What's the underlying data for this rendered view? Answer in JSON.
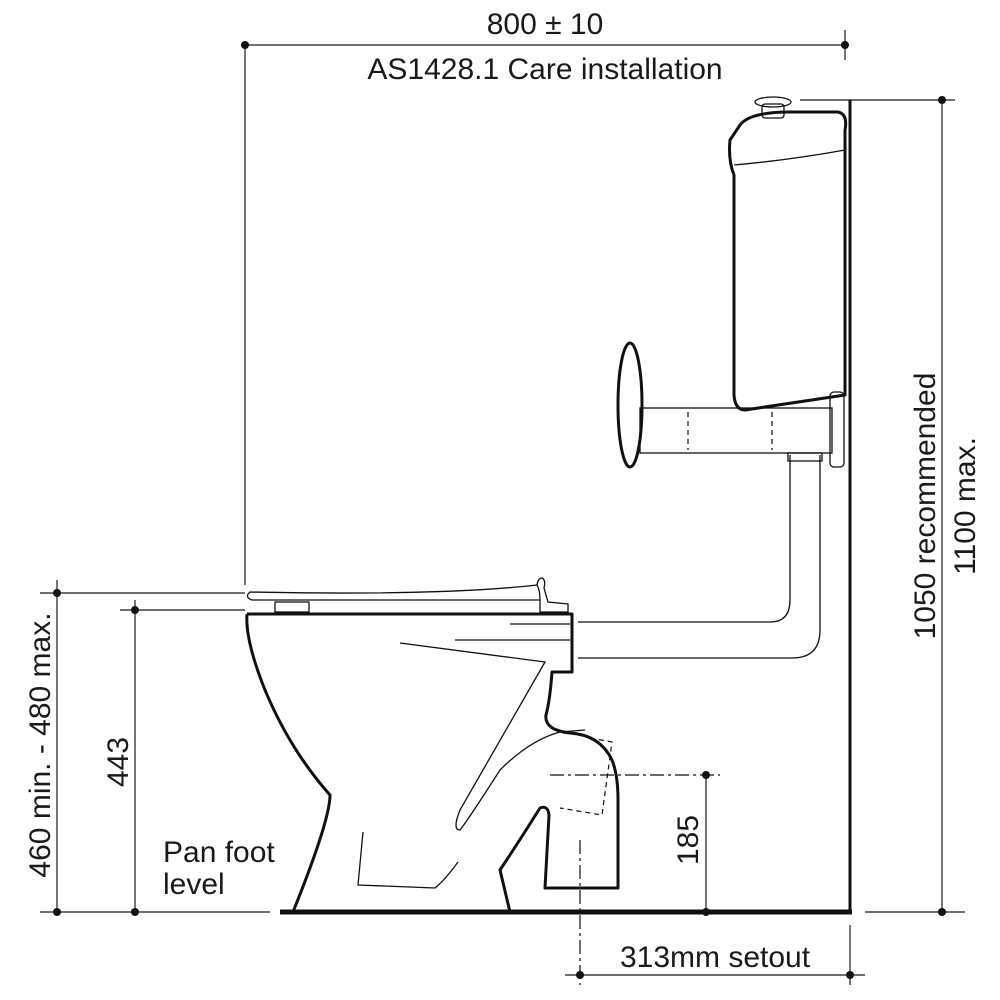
{
  "dimensions": {
    "width_value": "800 ± 10",
    "width_caption": "AS1428.1 Care installation",
    "cistern_height_recommended": "1050 recommended",
    "cistern_height_max": "1100 max.",
    "seat_height_range": "460 min. - 480 max.",
    "pan_height": "443",
    "outlet_height": "185",
    "setout": "313mm setout"
  },
  "labels": {
    "pan_foot_line1": "Pan foot",
    "pan_foot_line2": "level"
  }
}
